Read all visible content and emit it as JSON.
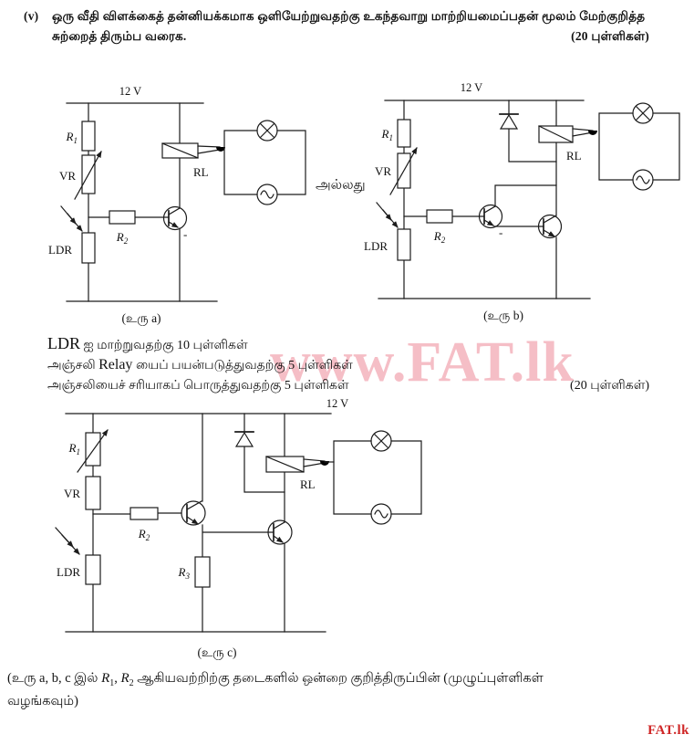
{
  "page": {
    "watermark_center": "www.FAT.lk",
    "watermark_corner": "FAT.lk",
    "accent_red": "#cf2626",
    "watermark_pink": "#f2a9b4"
  },
  "question": {
    "number": "(v)",
    "line1": "ஒரு வீதி விளக்கைத் தன்னியக்கமாக ஒளியேற்றுவதற்கு உகந்தவாறு மாற்றியமைப்பதன் மூலம் மேற்குறித்த",
    "line2": "சுற்றைத் திரும்ப வரைக.",
    "marks": "(20 புள்ளிகள்)"
  },
  "connector": "அல்லது",
  "marking": {
    "line1_pre": "LDR",
    "line1_rest": "ஐ மாற்றுவதற்கு 10 புள்ளிகள்",
    "line2_pre": "அஞ்சலி",
    "line2_mid": "Relay",
    "line2_rest": "யைப் பயன்படுத்துவதற்கு 5 புள்ளிகள்",
    "line3": "அஞ்சலியைச் சரியாகப் பொருத்துவதற்கு 5 புள்ளிகள்",
    "marks": "(20 புள்ளிகள்)"
  },
  "circuit_a": {
    "supply": "12 V",
    "r1": "R",
    "r1_sub": "1",
    "vr": "VR",
    "ldr": "LDR",
    "r2": "R",
    "r2_sub": "2",
    "relay": "RL",
    "minus": "-",
    "caption": "(உரு  a)"
  },
  "circuit_b": {
    "supply": "12 V",
    "r1": "R",
    "r1_sub": "1",
    "vr": "VR",
    "ldr": "LDR",
    "r2": "R",
    "r2_sub": "2",
    "relay": "RL",
    "minus": "-",
    "caption": "(உரு  b)"
  },
  "circuit_c": {
    "supply": "12 V",
    "r1": "R",
    "r1_sub": "1",
    "vr": "VR",
    "ldr": "LDR",
    "r2": "R",
    "r2_sub": "2",
    "r3": "R",
    "r3_sub": "3",
    "relay": "RL",
    "caption": "(உரு  c)"
  },
  "footer": {
    "part1": "(உரு  a, b, c இல்",
    "r1": "R",
    "r1_sub": "1",
    "comma": ",",
    "r2": "R",
    "r2_sub": "2",
    "part2": "ஆகியவற்றிற்கு  தடைகளில்  ஒன்றை  குறித்திருப்பின்  (முழுப்புள்ளிகள்",
    "line2": "வழங்கவும்)"
  }
}
